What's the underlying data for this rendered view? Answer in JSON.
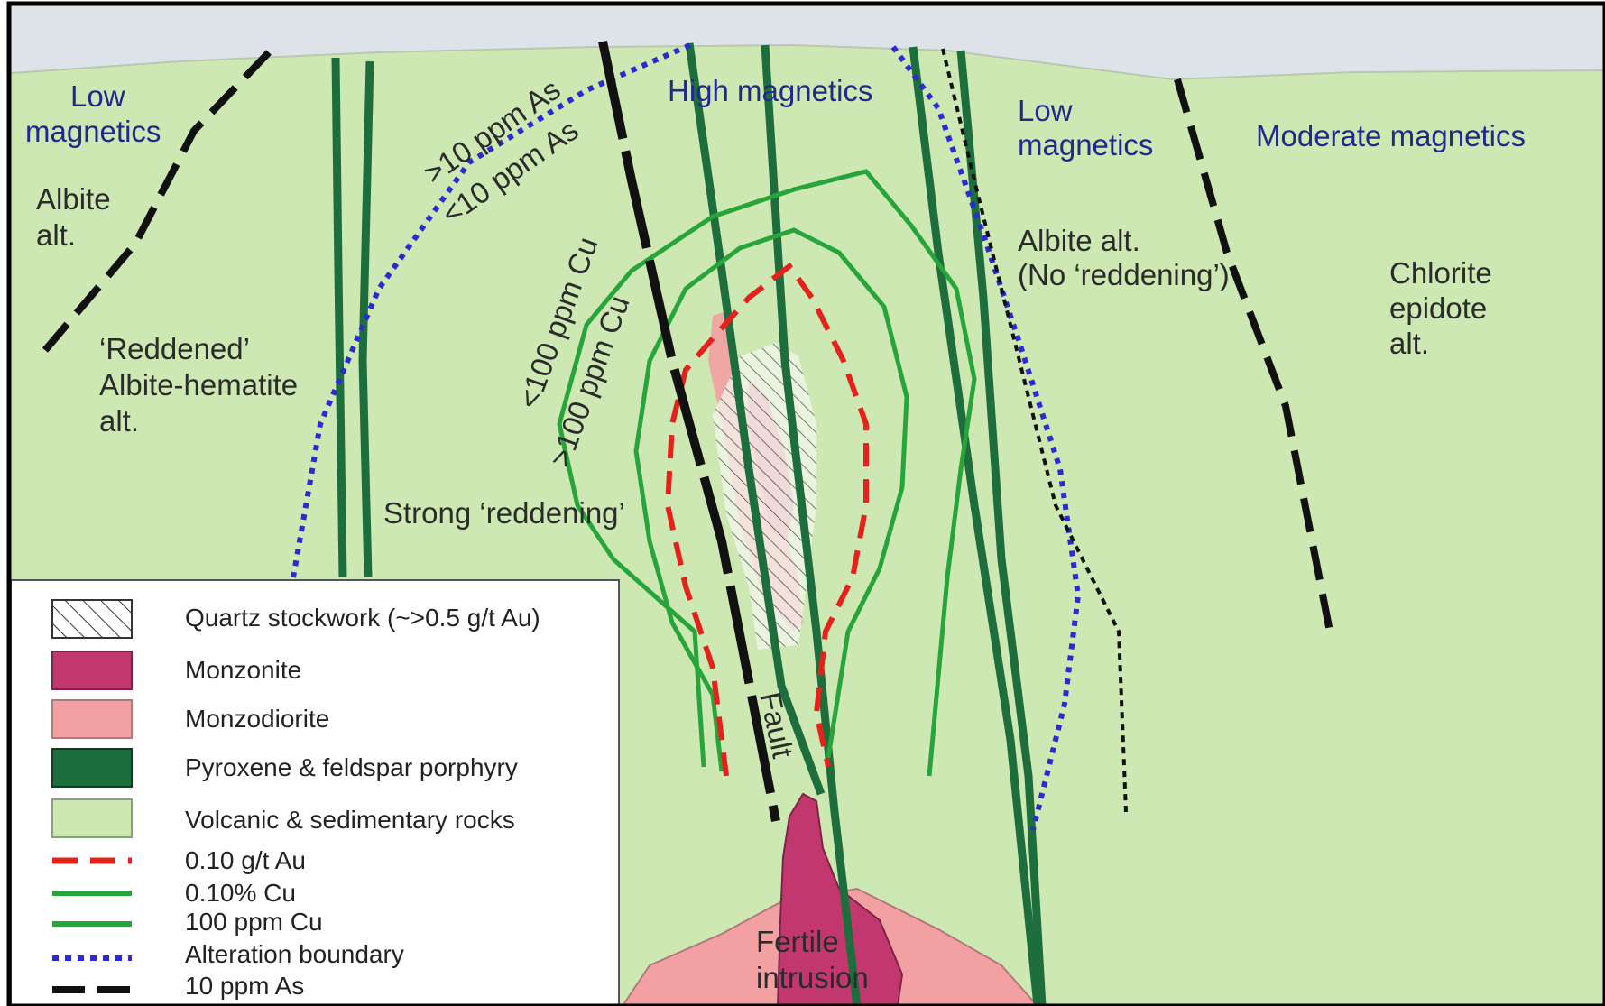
{
  "colors": {
    "sky": "#dde3e8",
    "volcanic_fill": "#cde8b2",
    "porphyry": "#1e6e3d",
    "cu_contour": "#27a53a",
    "au_contour": "#e3231b",
    "alteration_boundary": "#2b2bd0",
    "arsenic_line": "#111111",
    "monzonite": "#c2386e",
    "monzodiorite": "#f3a0a2",
    "frame": "#000000"
  },
  "section_labels": {
    "low_magnetics_left": [
      "Low",
      "magnetics"
    ],
    "high_magnetics": "High magnetics",
    "low_magnetics_right": [
      "Low",
      "magnetics"
    ],
    "moderate_magnetics": "Moderate magnetics",
    "albite_alt": [
      "Albite",
      "alt."
    ],
    "reddened_alt": [
      "‘Reddened’",
      "Albite-hematite",
      "alt."
    ],
    "albite_no_reddening": [
      "Albite alt.",
      "(No ‘reddening’)"
    ],
    "chlorite_epidote": [
      "Chlorite",
      "epidote",
      "alt."
    ],
    "strong_reddening": "Strong ‘reddening’",
    "fertile_intrusion": [
      "Fertile",
      "intrusion"
    ],
    "fault": "Fault"
  },
  "contour_labels": {
    "as_gt10": ">10 ppm As",
    "as_lt10": "<10 ppm As",
    "cu_lt100": "<100 ppm Cu",
    "cu_gt100": ">100 ppm Cu"
  },
  "legend": {
    "items": [
      {
        "label": "Quartz stockwork (~>0.5 g/t Au)",
        "swatch": "hatch"
      },
      {
        "label": "Monzonite",
        "swatch": "monzonite"
      },
      {
        "label": "Monzodiorite",
        "swatch": "monzodiorite"
      },
      {
        "label": "Pyroxene & feldspar porphyry",
        "swatch": "porphyry"
      },
      {
        "label": "Volcanic & sedimentary rocks",
        "swatch": "volcanic"
      },
      {
        "label": "0.10 g/t Au",
        "swatch": "red-dash"
      },
      {
        "label": "0.10% Cu",
        "swatch": "green-line"
      },
      {
        "label": "100 ppm Cu",
        "swatch": "green-line"
      },
      {
        "label": "Alteration boundary",
        "swatch": "blue-dots"
      },
      {
        "label": "10 ppm As",
        "swatch": "black-dash"
      }
    ]
  }
}
